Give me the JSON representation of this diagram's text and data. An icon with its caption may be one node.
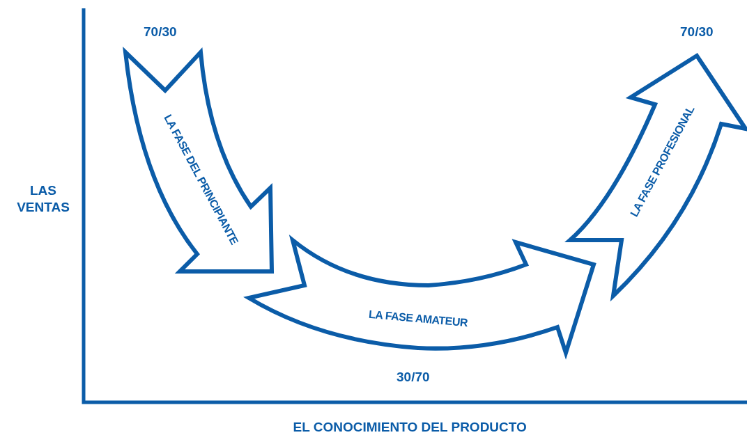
{
  "diagram": {
    "nodes": [
      {
        "text": [
          "LA FASE DEL PRINCIPIANTE"
        ]
      },
      {
        "text": [
          "LA FASE AMATEUR"
        ]
      },
      {
        "text": [
          "LA FASE PROFESIONAL"
        ]
      }
    ],
    "labels": [
      "70/30",
      "70/30",
      "LAS VENTAS",
      "30/70",
      "EL CONOCIMIENTO DEL PRODUCTO"
    ]
  }
}
